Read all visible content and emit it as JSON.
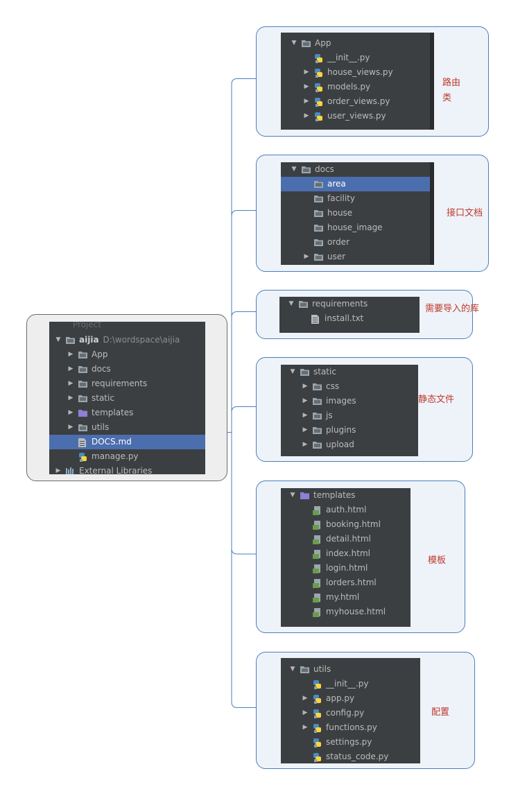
{
  "root": {
    "header": "Project",
    "rows": [
      {
        "label": "aijia",
        "path": "D:\\wordspace\\aijia",
        "icon": "folder-icon",
        "arrow": "▼",
        "bold": true
      },
      {
        "label": "App",
        "icon": "folder-icon",
        "arrow": "▶"
      },
      {
        "label": "docs",
        "icon": "folder-icon",
        "arrow": "▶"
      },
      {
        "label": "requirements",
        "icon": "folder-icon",
        "arrow": "▶"
      },
      {
        "label": "static",
        "icon": "folder-icon",
        "arrow": "▶"
      },
      {
        "label": "templates",
        "icon": "purple-folder-icon",
        "arrow": "▶"
      },
      {
        "label": "utils",
        "icon": "folder-icon",
        "arrow": "▶"
      },
      {
        "label": "DOCS.md",
        "icon": "markdown-file-icon",
        "arrow": "",
        "selected": true
      },
      {
        "label": "manage.py",
        "icon": "python-file-icon",
        "arrow": ""
      },
      {
        "label": "External Libraries",
        "icon": "library-icon",
        "arrow": "▶"
      }
    ]
  },
  "branches": [
    {
      "note": "路由\n类",
      "rows": [
        {
          "label": "App",
          "icon": "folder-icon",
          "arrow": "▼"
        },
        {
          "label": "__init__.py",
          "icon": "python-file-icon",
          "arrow": ""
        },
        {
          "label": "house_views.py",
          "icon": "python-file-icon",
          "arrow": "▶"
        },
        {
          "label": "models.py",
          "icon": "python-file-icon",
          "arrow": "▶"
        },
        {
          "label": "order_views.py",
          "icon": "python-file-icon",
          "arrow": "▶"
        },
        {
          "label": "user_views.py",
          "icon": "python-file-icon",
          "arrow": "▶"
        }
      ]
    },
    {
      "note": "接口文档",
      "rows": [
        {
          "label": "docs",
          "icon": "folder-icon",
          "arrow": "▼"
        },
        {
          "label": "area",
          "icon": "folder-icon",
          "arrow": "",
          "selected": true
        },
        {
          "label": "facility",
          "icon": "folder-icon",
          "arrow": ""
        },
        {
          "label": "house",
          "icon": "folder-icon",
          "arrow": ""
        },
        {
          "label": "house_image",
          "icon": "folder-icon",
          "arrow": ""
        },
        {
          "label": "order",
          "icon": "folder-icon",
          "arrow": ""
        },
        {
          "label": "user",
          "icon": "folder-icon",
          "arrow": "▶"
        }
      ]
    },
    {
      "note": "需要导入的库",
      "rows": [
        {
          "label": "requirements",
          "icon": "folder-icon",
          "arrow": "▼"
        },
        {
          "label": "install.txt",
          "icon": "text-file-icon",
          "arrow": ""
        }
      ]
    },
    {
      "note": "静态文件",
      "rows": [
        {
          "label": "static",
          "icon": "folder-icon",
          "arrow": "▼"
        },
        {
          "label": "css",
          "icon": "folder-icon",
          "arrow": "▶"
        },
        {
          "label": "images",
          "icon": "folder-icon",
          "arrow": "▶"
        },
        {
          "label": "js",
          "icon": "folder-icon",
          "arrow": "▶"
        },
        {
          "label": "plugins",
          "icon": "folder-icon",
          "arrow": "▶"
        },
        {
          "label": "upload",
          "icon": "folder-icon",
          "arrow": "▶"
        }
      ]
    },
    {
      "note": "模板",
      "rows": [
        {
          "label": "templates",
          "icon": "purple-folder-icon",
          "arrow": "▼"
        },
        {
          "label": "auth.html",
          "icon": "html-file-icon",
          "arrow": ""
        },
        {
          "label": "booking.html",
          "icon": "html-file-icon",
          "arrow": ""
        },
        {
          "label": "detail.html",
          "icon": "html-file-icon",
          "arrow": ""
        },
        {
          "label": "index.html",
          "icon": "html-file-icon",
          "arrow": ""
        },
        {
          "label": "login.html",
          "icon": "html-file-icon",
          "arrow": ""
        },
        {
          "label": "lorders.html",
          "icon": "html-file-icon",
          "arrow": ""
        },
        {
          "label": "my.html",
          "icon": "html-file-icon",
          "arrow": ""
        },
        {
          "label": "myhouse.html",
          "icon": "html-file-icon",
          "arrow": ""
        }
      ]
    },
    {
      "note": "配置",
      "rows": [
        {
          "label": "utils",
          "icon": "folder-icon",
          "arrow": "▼"
        },
        {
          "label": "__init__.py",
          "icon": "python-file-icon",
          "arrow": ""
        },
        {
          "label": "app.py",
          "icon": "python-file-icon",
          "arrow": "▶"
        },
        {
          "label": "config.py",
          "icon": "python-file-icon",
          "arrow": "▶"
        },
        {
          "label": "functions.py",
          "icon": "python-file-icon",
          "arrow": "▶"
        },
        {
          "label": "settings.py",
          "icon": "python-file-icon",
          "arrow": ""
        },
        {
          "label": "status_code.py",
          "icon": "python-file-icon",
          "arrow": ""
        }
      ]
    }
  ],
  "colors": {
    "panel": "#3c3f41",
    "selected": "#4b6eaf",
    "folder": "#9aa7b0",
    "purple_folder": "#8f7fd6",
    "html_file": "#6a9c4a",
    "python_blue": "#4b8bbe",
    "python_yellow": "#ffd43b",
    "connector": "#4a7ebb",
    "note_text": "#c0392b"
  }
}
